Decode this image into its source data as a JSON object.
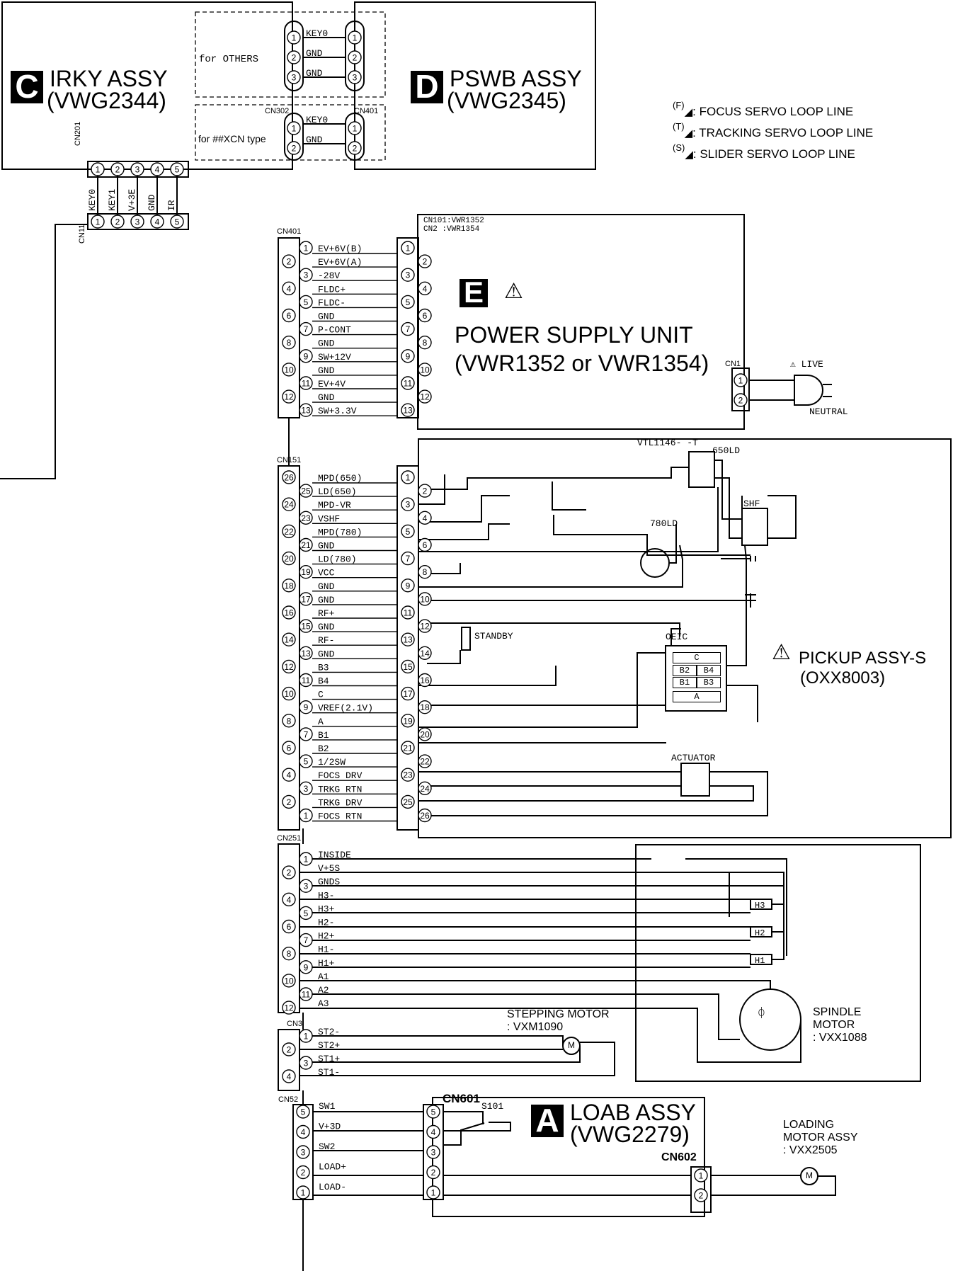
{
  "irky": {
    "letter": "C",
    "title": "IRKY ASSY",
    "part": "(VWG2344)"
  },
  "pswb": {
    "letter": "D",
    "title": "PSWB ASSY",
    "part": "(VWG2345)"
  },
  "psu": {
    "letter": "E",
    "title": "POWER SUPPLY UNIT",
    "part": "(VWR1352 or VWR1354)",
    "cn_note1": "CN101:VWR1352",
    "cn_note2": "CN2  :VWR1354"
  },
  "pickup": {
    "title": "PICKUP ASSY-S",
    "part": "(OXX8003)"
  },
  "loab": {
    "letter": "A",
    "title": "LOAB ASSY",
    "part": "(VWG2279)"
  },
  "legend": [
    {
      "tag": "(F)",
      "text": ": FOCUS SERVO LOOP LINE"
    },
    {
      "tag": "(T)",
      "text": ": TRACKING SERVO LOOP LINE"
    },
    {
      "tag": "(S)",
      "text": ": SLIDER SERVO LOOP LINE"
    }
  ],
  "key_section": {
    "for_others": "for OTHERS",
    "for_xcn": "for ##XCN type",
    "cn302": "CN302",
    "cn401": "CN401",
    "signals_top": [
      "KEY0",
      "GND",
      "GND"
    ],
    "signals_bot": [
      "KEY0",
      "GND"
    ]
  },
  "cn201": {
    "label": "CN201",
    "pins": [
      "1",
      "2",
      "3",
      "4",
      "5"
    ],
    "signals": [
      "KEY0",
      "KEY1",
      "V+3E",
      "GND",
      "IR"
    ]
  },
  "cn11": {
    "label": "CN11"
  },
  "cn401": {
    "label": "CN401",
    "signals": [
      "EV+6V(B)",
      "EV+6V(A)",
      "-28V",
      "FLDC+",
      "FLDC-",
      "GND",
      "P-CONT",
      "GND",
      "SW+12V",
      "GND",
      "EV+4V",
      "GND",
      "SW+3.3V"
    ]
  },
  "cn1": {
    "label": "CN1",
    "live": "LIVE",
    "neutral": "NEUTRAL"
  },
  "cn151": {
    "label": "CN151",
    "signals": [
      "MPD(650)",
      "LD(650)",
      "MPD-VR",
      "VSHF",
      "MPD(780)",
      "GND",
      "LD(780)",
      "VCC",
      "GND",
      "GND",
      "RF+",
      "GND",
      "RF-",
      "GND",
      "B3",
      "B4",
      "C",
      "VREF(2.1V)",
      "A",
      "B1",
      "B2",
      "1/2SW",
      "FOCS DRV",
      "TRKG RTN",
      "TRKG DRV",
      "FOCS RTN"
    ]
  },
  "pickup_parts": {
    "vtl": "VTL1146-  -T",
    "ld650": "650LD",
    "ld780": "780LD",
    "shf": "SHF",
    "oeic": "OEIC",
    "standby": "STANDBY",
    "actuator": "ACTUATOR",
    "oeic_cells": [
      "C",
      "B2",
      "B4",
      "B1",
      "B3",
      "A"
    ]
  },
  "cn251": {
    "label": "CN251",
    "signals": [
      "INSIDE",
      "V+5S",
      "GNDS",
      "H3-",
      "H3+",
      "H2-",
      "H2+",
      "H1-",
      "H1+",
      "A1",
      "A2",
      "A3"
    ]
  },
  "hall": [
    "H3",
    "H2",
    "H1"
  ],
  "spindle": {
    "l1": "SPINDLE",
    "l2": "MOTOR",
    "l3": ": VXX1088"
  },
  "cn3": {
    "label": "CN3",
    "signals": [
      "ST2-",
      "ST2+",
      "ST1+",
      "ST1-"
    ]
  },
  "stepping": {
    "l1": "STEPPING MOTOR",
    "l2": ": VXM1090"
  },
  "cn52": {
    "label": "CN52",
    "signals": [
      "SW1",
      "V+3D",
      "SW2",
      "LOAD+",
      "LOAD-"
    ]
  },
  "cn601": {
    "label": "CN601",
    "s101": "S101"
  },
  "cn602": {
    "label": "CN602"
  },
  "loading": {
    "l1": "LOADING",
    "l2": "MOTOR ASSY",
    "l3": ": VXX2505"
  },
  "motor_glyph": "M"
}
